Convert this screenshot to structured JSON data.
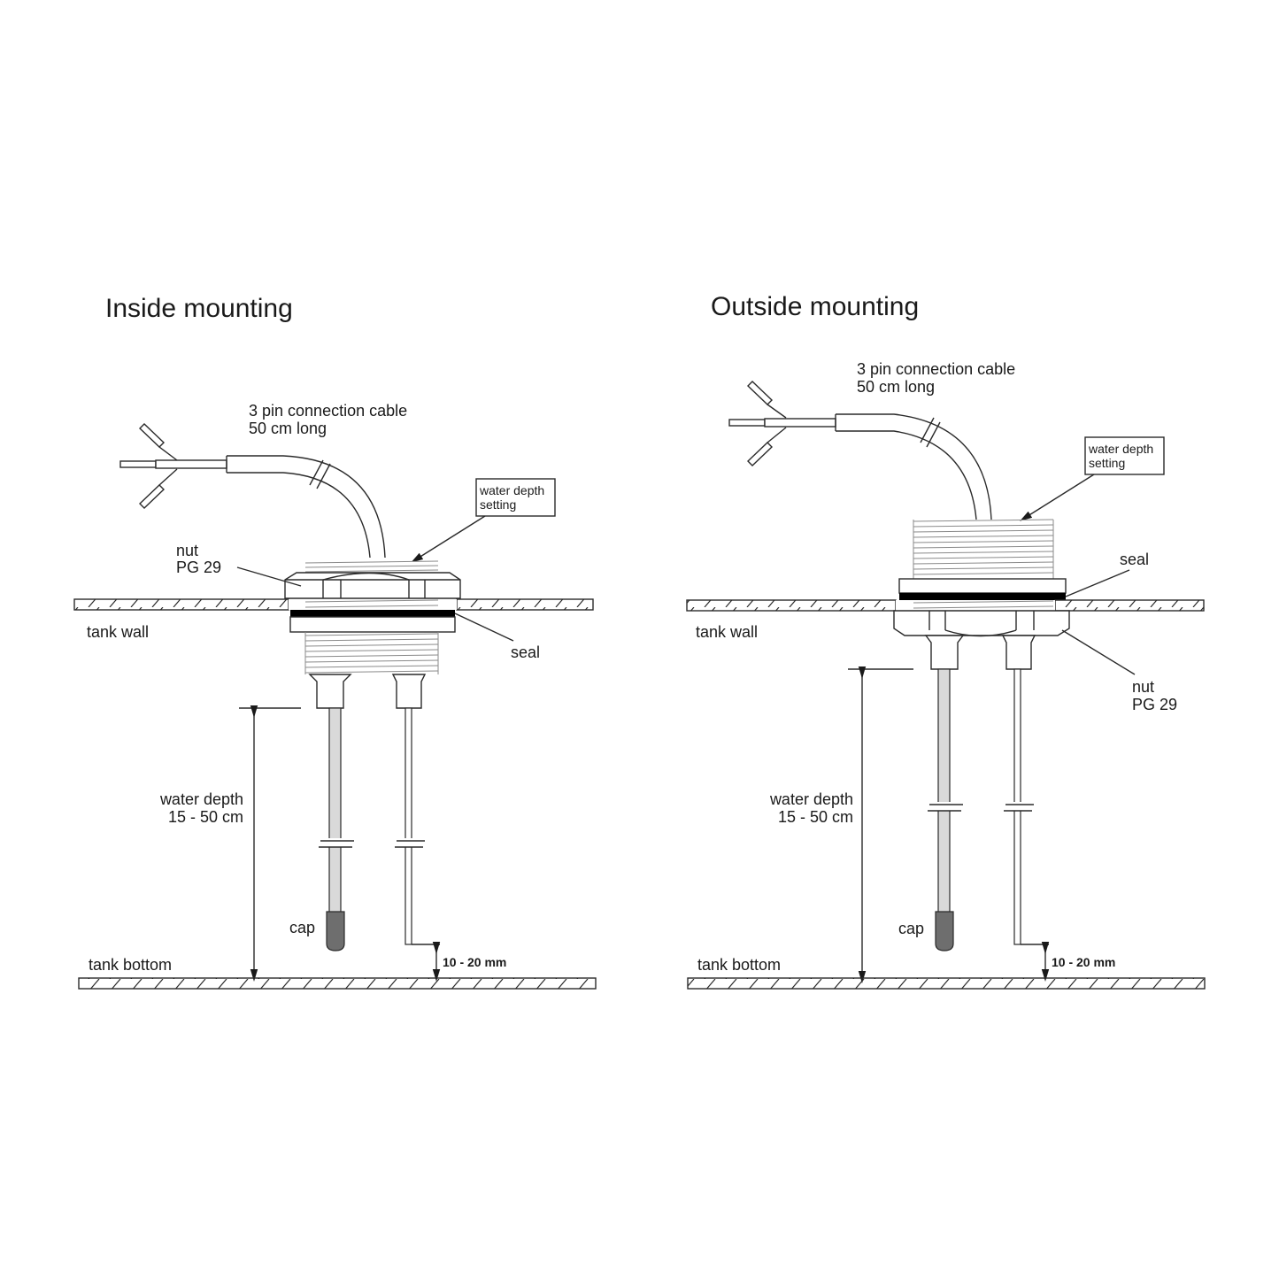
{
  "diagram": {
    "inside": {
      "title": "Inside mounting",
      "cable_label_1": "3 pin connection cable",
      "cable_label_2": "50 cm long",
      "setting_box_1": "water depth",
      "setting_box_2": "setting",
      "nut_label_1": "nut",
      "nut_label_2": "PG 29",
      "tank_wall": "tank wall",
      "seal": "seal",
      "depth_label_1": "water depth",
      "depth_label_2": "15 - 50 cm",
      "cap": "cap",
      "tank_bottom": "tank bottom",
      "gap": "10 - 20 mm"
    },
    "outside": {
      "title": "Outside mounting",
      "cable_label_1": "3 pin connection cable",
      "cable_label_2": "50 cm long",
      "setting_box_1": "water depth",
      "setting_box_2": "setting",
      "seal": "seal",
      "tank_wall": "tank wall",
      "nut_label_1": "nut",
      "nut_label_2": "PG 29",
      "depth_label_1": "water depth",
      "depth_label_2": "15 - 50 cm",
      "cap": "cap",
      "tank_bottom": "tank bottom",
      "gap": "10 - 20 mm"
    },
    "colors": {
      "line": "#2a2a2a",
      "seal": "#000000",
      "probe_fill": "#d9d9d9",
      "cap_fill": "#6e6e6e",
      "thread": "#8a8a8a"
    }
  }
}
